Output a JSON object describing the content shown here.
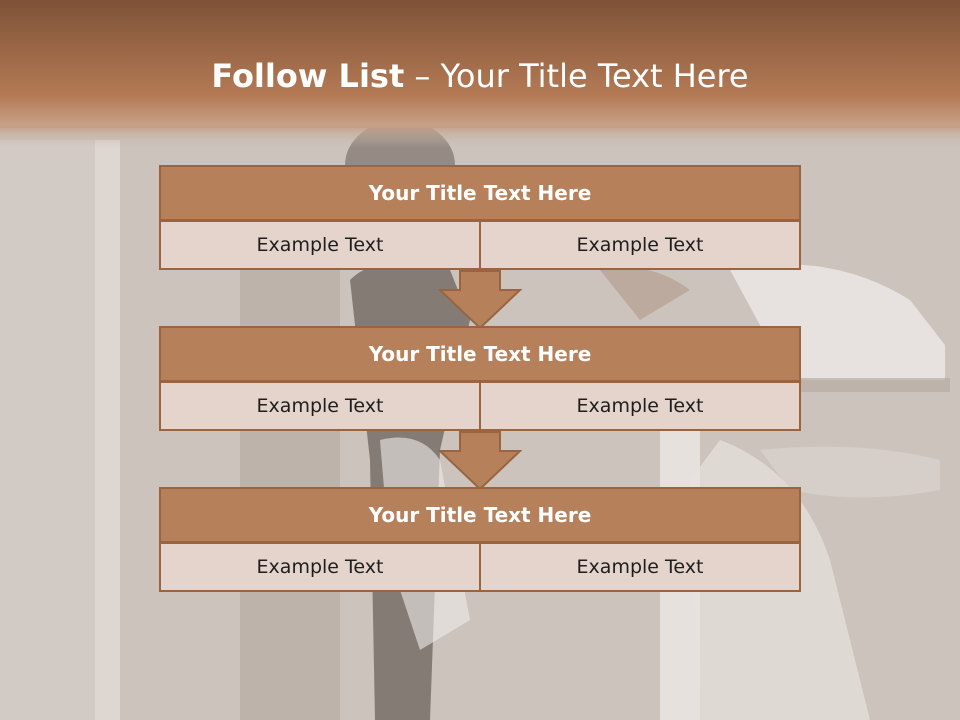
{
  "slide": {
    "title_bold": "Follow List",
    "title_rest": " – Your Title Text Here"
  },
  "steps": [
    {
      "title": "Your Title Text Here",
      "left": "Example Text",
      "right": "Example Text"
    },
    {
      "title": "Your Title Text Here",
      "left": "Example Text",
      "right": "Example Text"
    },
    {
      "title": "Your Title Text Here",
      "left": "Example Text",
      "right": "Example Text"
    }
  ],
  "colors": {
    "header_band": "#b47a55",
    "box_title_fill": "#b5805a",
    "box_border": "#9a6440",
    "cell_fill": "#e4d4cc"
  }
}
